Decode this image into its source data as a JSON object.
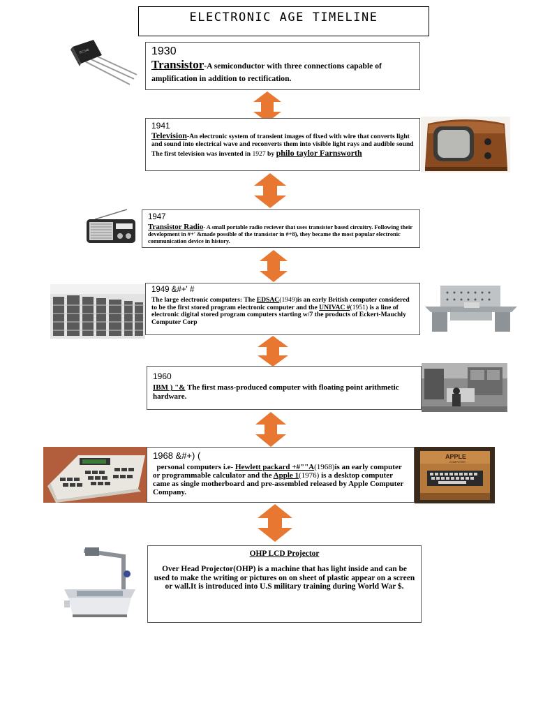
{
  "title": "ELECTRONIC AGE TIMELINE",
  "colors": {
    "arrow": "#e87731",
    "border": "#555555"
  },
  "entries": [
    {
      "year": "1930",
      "term": "Transistor",
      "text": "-A semiconductor with three connections capable of amplification in addition to rectification.",
      "image": "transistor-image"
    },
    {
      "year": "1941",
      "term": "Television",
      "text": "-An electronic system of transient images of fixed with wire that converts light and sound into electrical wave and reconverts them into visible light rays and audible sound The first television was invented in ",
      "text_year": "1927",
      "text_by": " by ",
      "inventor": "philo taylor Farnsworth",
      "image": "television-image"
    },
    {
      "year": "1947",
      "term": "Transistor Radio",
      "text": "- A small portable radio reciever that uses transistor based circuitry. Following their development in #+' &made possible of the transistor in #+8), they became the most popular electronic communication device in history.",
      "image": "radio-image"
    },
    {
      "year": "1949 &#+' #",
      "text_intro": "The large electronic computers: The ",
      "term1": "EDSAC",
      "term1_year": "(1949)",
      "text_mid": "is an early British computer considered to be the first stored program electronic computer and the ",
      "term2": "UNIVAC #",
      "term2_year": "(1951)",
      "text_end": " is a line of electronic digital stored program computers starting w/7 the products of Eckert-Mauchly Computer Corp",
      "images": [
        "edsac-image",
        "univac-image"
      ]
    },
    {
      "year": "1960",
      "term": "IBM ) \"&",
      "text": " The first mass-produced computer with floating point arithmetic hardware.",
      "image": "ibm-image"
    },
    {
      "year": "1968 &#+) (",
      "text_intro": "personal computers i.e- ",
      "term1": "Hewlett packard +#\"\"A",
      "term1_year": "(1968)",
      "text_mid": "is an early computer or programmable calculator and the ",
      "term2": "Apple 1",
      "term2_year": "(1976)",
      "text_end": " is a desktop computer came as single motherboard and pre-assembled released by Apple Computer Company.",
      "images": [
        "hp-calculator-image",
        "apple-1-image"
      ]
    },
    {
      "term": "OHP LCD Projector",
      "text": "Over Head Projector(OHP) is a machine that has light inside and can be used to make the writing or pictures on on sheet of plastic appear on a screen or wall.It is introduced into U.S military training during World War $.",
      "image": "projector-image"
    }
  ],
  "image_labels": {
    "apple_case": "APPLE",
    "apple_sub": "COMPUTER"
  }
}
